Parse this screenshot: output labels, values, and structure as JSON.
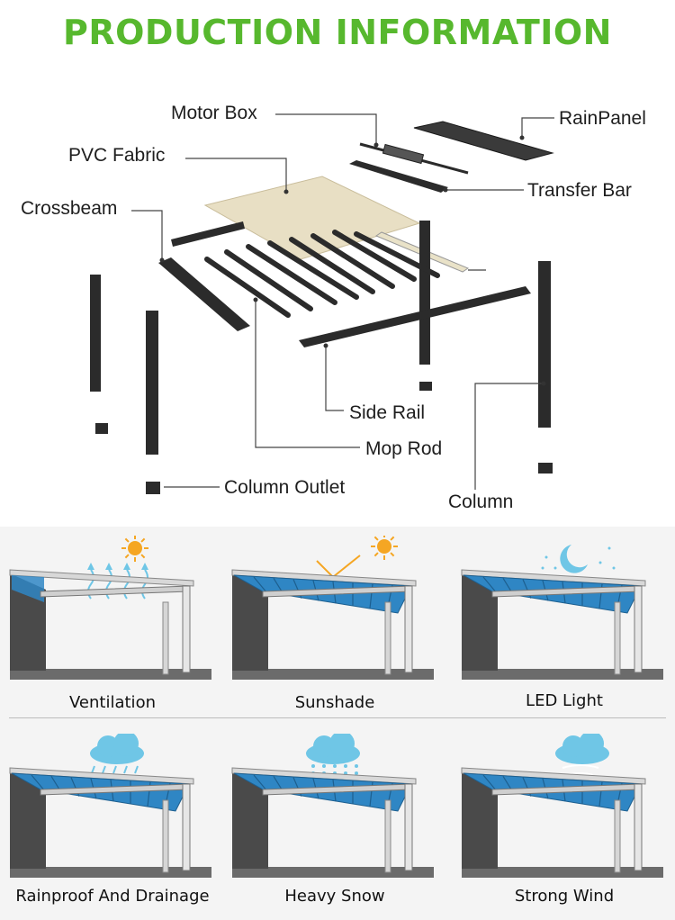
{
  "title": "PRODUCTION INFORMATION",
  "colors": {
    "title": "#57b82e",
    "frame": "#2b2b2b",
    "fabric": "#e8dfc4",
    "shade_blue": "#2f86c4",
    "wall": "#4a4a4a",
    "floor": "#6b6b6b",
    "sky_icon": "#6fc6e6",
    "sun": "#f5a623"
  },
  "parts": {
    "motor_box": "Motor Box",
    "rain_panel": "RainPanel",
    "pvc_fabric": "PVC Fabric",
    "transfer_bar": "Transfer Bar",
    "crossbeam": "Crossbeam",
    "side_rail": "Side Rail",
    "mop_rod": "Mop Rod",
    "column_outlet": "Column Outlet",
    "column": "Column"
  },
  "features": [
    {
      "label": "Ventilation",
      "icon": "sun-icon"
    },
    {
      "label": "Sunshade",
      "icon": "sun-icon"
    },
    {
      "label": "LED Light",
      "icon": "moon-icon"
    },
    {
      "label": "Rainproof And Drainage",
      "icon": "rain-cloud-icon"
    },
    {
      "label": "Heavy Snow",
      "icon": "snow-cloud-icon"
    },
    {
      "label": "Strong Wind",
      "icon": "wind-cloud-icon"
    }
  ]
}
